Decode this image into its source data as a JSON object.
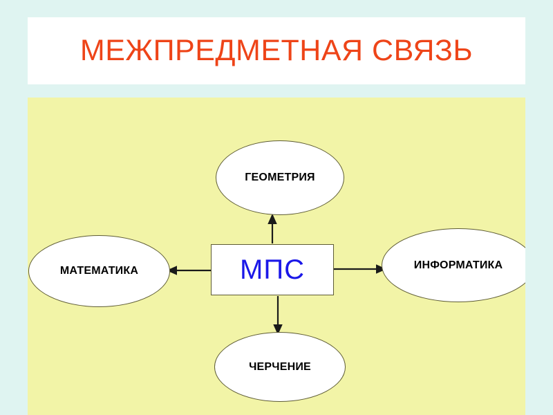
{
  "slide": {
    "background_color": "#dff4f1",
    "panel_color": "#f2f4a7",
    "title": {
      "text": "МЕЖПРЕДМЕТНАЯ СВЯЗЬ",
      "color": "#ee4418",
      "banner_color": "#ffffff"
    }
  },
  "diagram": {
    "center": {
      "label": "МПС",
      "shape": "rectangle",
      "text_color": "#1b18e8",
      "fill": "#ffffff",
      "border_color": "#5d5b34"
    },
    "nodes": [
      {
        "id": "geometry",
        "label": "ГЕОМЕТРИЯ",
        "position": "top",
        "shape": "ellipse",
        "fill": "#ffffff",
        "text_color": "#000000",
        "border_color": "#5d5b34"
      },
      {
        "id": "math",
        "label": "МАТЕМАТИКА",
        "position": "left",
        "shape": "ellipse",
        "fill": "#ffffff",
        "text_color": "#000000",
        "border_color": "#5d5b34"
      },
      {
        "id": "informatics",
        "label": "ИНФОРМАТИКА",
        "position": "right",
        "shape": "ellipse",
        "fill": "#ffffff",
        "text_color": "#000000",
        "border_color": "#5d5b34"
      },
      {
        "id": "drafting",
        "label": "ЧЕРЧЕНИЕ",
        "position": "bottom",
        "shape": "ellipse",
        "fill": "#ffffff",
        "text_color": "#000000",
        "border_color": "#5d5b34"
      }
    ],
    "connectors": [
      {
        "id": "center-to-geometry",
        "from": "center",
        "to": "geometry",
        "direction": "up",
        "arrowhead": "filled-triangle",
        "color": "#1a1a1a"
      },
      {
        "id": "center-to-math",
        "from": "center",
        "to": "math",
        "direction": "left",
        "arrowhead": "filled-triangle",
        "color": "#1a1a1a"
      },
      {
        "id": "center-to-informatics",
        "from": "center",
        "to": "informatics",
        "direction": "right",
        "arrowhead": "filled-triangle",
        "color": "#1a1a1a"
      },
      {
        "id": "center-to-drafting",
        "from": "center",
        "to": "drafting",
        "direction": "down",
        "arrowhead": "filled-triangle",
        "color": "#1a1a1a"
      }
    ]
  }
}
